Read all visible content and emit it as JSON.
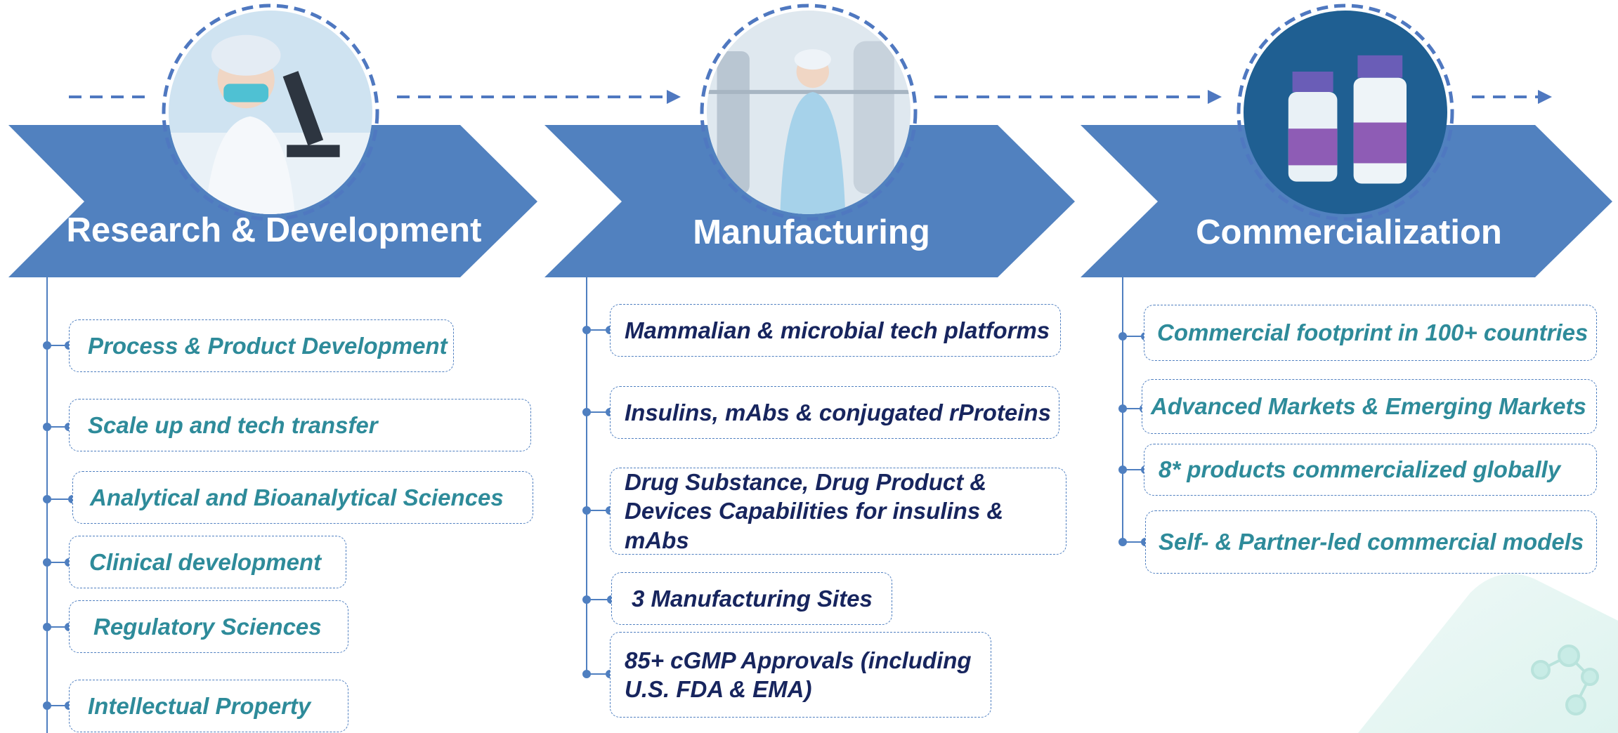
{
  "stages": [
    {
      "title": "Research & Development",
      "image_icon": "scientist-microscope-icon",
      "items": [
        "Process & Product Development",
        "Scale up and tech transfer",
        "Analytical and Bioanalytical Sciences",
        "Clinical development",
        "Regulatory Sciences",
        "Intellectual Property"
      ]
    },
    {
      "title": "Manufacturing",
      "image_icon": "manufacturing-technician-icon",
      "items": [
        "Mammalian & microbial tech platforms",
        "Insulins, mAbs & conjugated rProteins",
        "Drug Substance, Drug Product &\nDevices Capabilities for insulins & mAbs",
        "3 Manufacturing Sites",
        "85+ cGMP Approvals (including\nU.S. FDA & EMA)"
      ]
    },
    {
      "title": "Commercialization",
      "image_icon": "medicine-vials-icon",
      "items": [
        "Commercial footprint in 100+ countries",
        "Advanced Markets & Emerging Markets",
        "8* products commercialized globally",
        "Self- & Partner-led commercial models"
      ]
    }
  ],
  "colors": {
    "chevron": "#5181bf",
    "dashed_arrow": "#4f78c0",
    "rd_text": "#2e8b9a",
    "mfg_text": "#17255e",
    "com_text": "#2e8b9a"
  }
}
